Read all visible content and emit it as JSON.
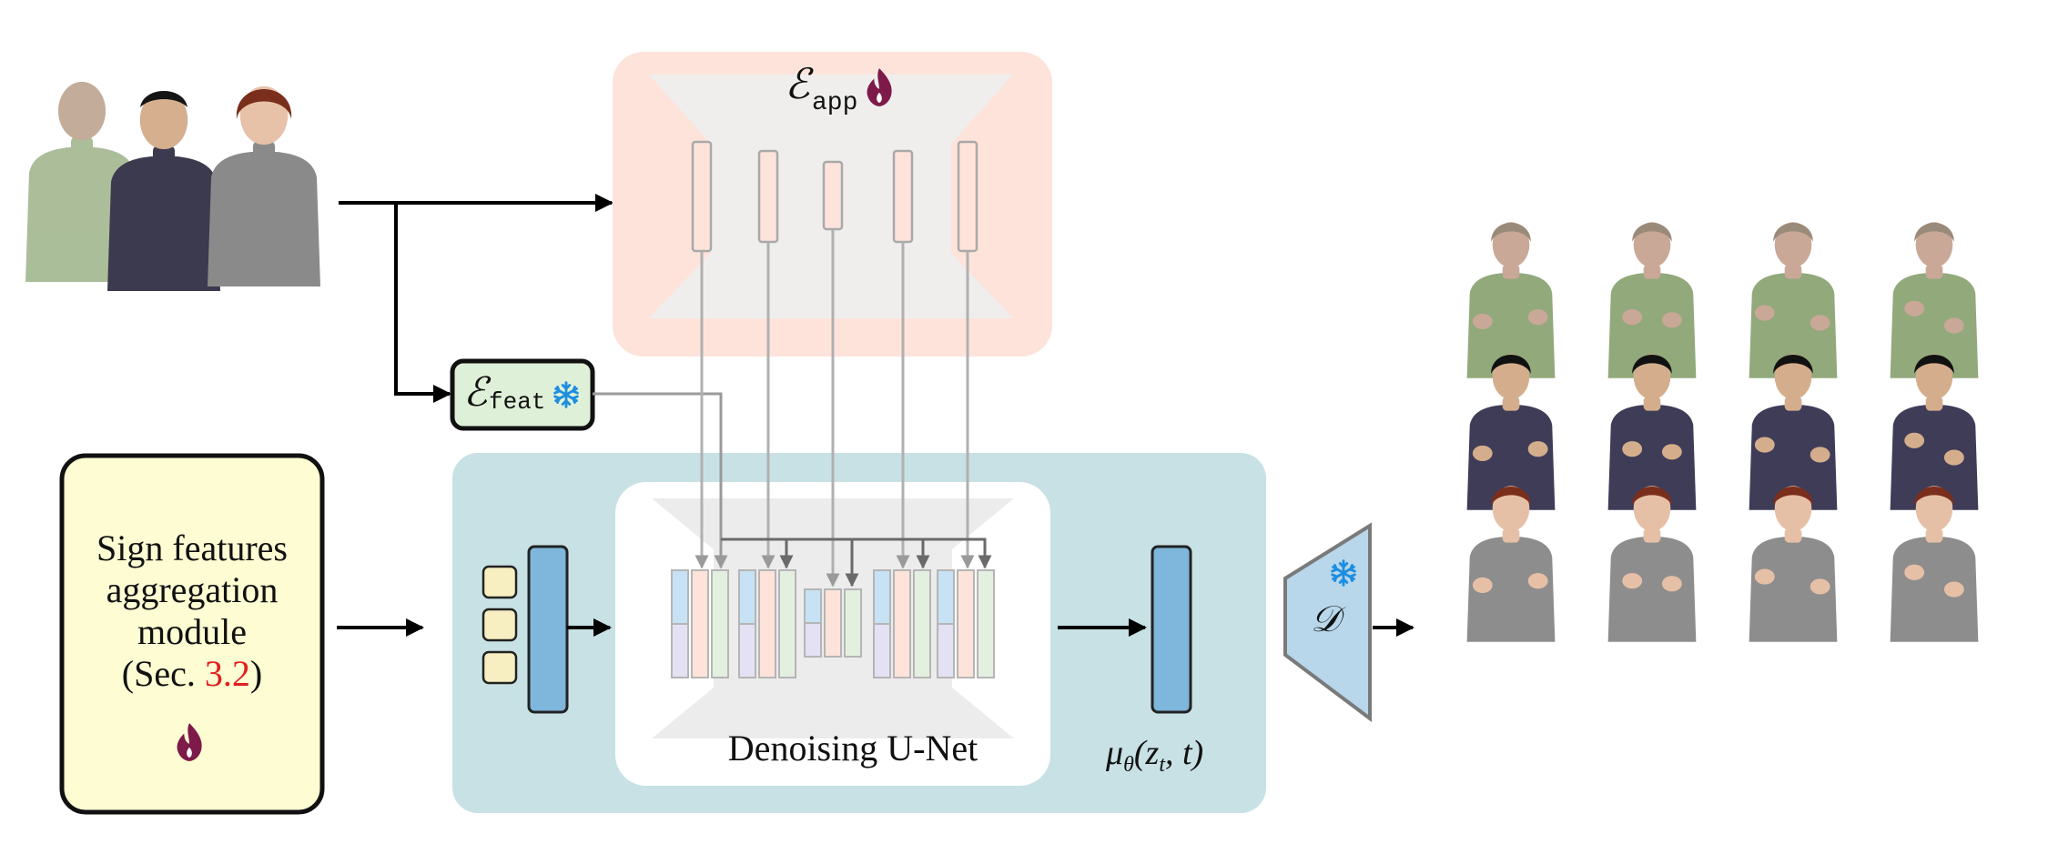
{
  "encoders": {
    "app": {
      "symbol": "ℰ",
      "subscript": "app",
      "status": "trainable"
    },
    "feat": {
      "symbol": "ℰ",
      "subscript": "feat",
      "status": "frozen"
    }
  },
  "aggregation": {
    "line1": "Sign features",
    "line2": "aggregation",
    "line3": "module",
    "sec_prefix": "(Sec. ",
    "sec_ref": "3.2",
    "sec_suffix": ")",
    "status": "trainable"
  },
  "unet": {
    "label": "Denoising U-Net"
  },
  "output": {
    "mu": "μ",
    "theta": "θ",
    "args_open": "(z",
    "sub_t": "t",
    "args_close": ", t)"
  },
  "decoder": {
    "symbol": "𝒟",
    "status": "frozen"
  },
  "colors": {
    "app_box": "#fde3da",
    "main_box": "#c8e1e4",
    "aggregation_box": "#fdfcd2",
    "feat_box": "#dff0d8",
    "blue_block": "#7fb6db",
    "decoder": "#b8d7ea",
    "flame": "#7d1a4a",
    "snowflake": "#1d8ee0",
    "ref_red": "#e02020"
  },
  "icons": {
    "trainable": "flame-icon",
    "frozen": "snowflake-icon"
  },
  "images": {
    "reference_people": 3,
    "output_grid_columns": 4,
    "output_grid_rows": 3
  }
}
